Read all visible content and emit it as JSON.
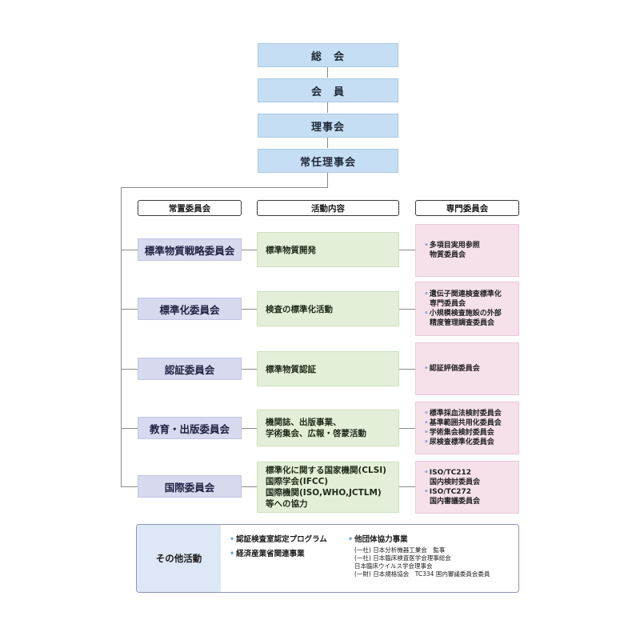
{
  "top": [
    "総　会",
    "会　員",
    "理事会",
    "常任理事会"
  ],
  "headers": {
    "standing": "常置委員会",
    "activity": "活動内容",
    "expert": "専門委員会"
  },
  "committees": [
    "標準物質戦略委員会",
    "標準化委員会",
    "認証委員会",
    "教育・出版委員会",
    "国際委員会"
  ],
  "activities": [
    [
      "標準物質開発"
    ],
    [
      "検査の標準化活動"
    ],
    [
      "標準物質認証"
    ],
    [
      "機関誌、出版事業、",
      "学術集会、広報・啓蒙活動"
    ],
    [
      "標準化に関する国家機関(CLSI)",
      "国際学会(IFCC)",
      "国際機関(ISO,WHO,JCTLM)",
      "等への協力"
    ]
  ],
  "experts": [
    [
      [
        "多項目実用参照",
        "物質委員会"
      ]
    ],
    [
      [
        "遺伝子関連検査標準化",
        "専門委員会"
      ],
      [
        "小規模検査施設の外部",
        "精度管理調査委員会"
      ]
    ],
    [
      [
        "認証評価委員会"
      ]
    ],
    [
      [
        "標準採血法検討委員会"
      ],
      [
        "基準範囲共用化委員会"
      ],
      [
        "学術集会検討委員会"
      ],
      [
        "尿検査標準化委員会"
      ]
    ],
    [
      [
        "ISO/TC212",
        "国内検討委員会"
      ],
      [
        "ISO/TC272",
        "国内審議委員会"
      ]
    ]
  ],
  "other": {
    "title": "その他活動",
    "col1": [
      "認証検査室認定プログラム",
      "経済産業省関連事業"
    ],
    "col2_title": "他団体協力事業",
    "col2_lines": [
      "(一社) 日本分析機器工業会　監事",
      "(一社) 日本臨床検査医学会理事総会",
      "日本臨床ウイルス学会理事会",
      "(一財) 日本規格協会　TC334 国内審議委員会委員"
    ]
  }
}
